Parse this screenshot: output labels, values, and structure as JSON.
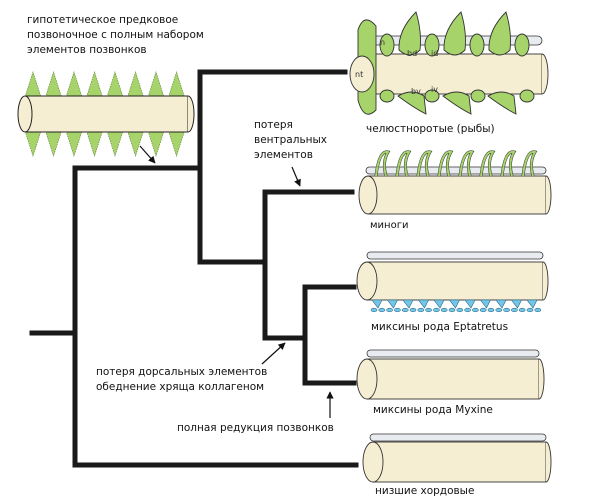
{
  "diagram": {
    "type": "cladogram",
    "colors": {
      "branch": "#1a1a1a",
      "notochord_fill": "#f5eed2",
      "cartilage_green": "#a6d36a",
      "dorsal_rod": "#e8ecf0",
      "eptatretus_blue": "#74c6e6"
    },
    "ancestor": {
      "label_lines": [
        "гипотетическое предковое",
        "позвоночное с полным набором",
        "элементов позвонков"
      ]
    },
    "taxa": [
      {
        "id": "gnathostomes",
        "label": "челюстноротые (рыбы)",
        "parts": {
          "nt": "nt",
          "n": "n",
          "bd": "bd",
          "id": "id",
          "bv": "bv",
          "iv": "iv"
        }
      },
      {
        "id": "lampreys",
        "label": "миноги"
      },
      {
        "id": "eptatretus",
        "label": "миксины рода Eptatretus"
      },
      {
        "id": "myxine",
        "label": "миксины рода Myxine"
      },
      {
        "id": "lower_chordates",
        "label": "низшие хордовые"
      }
    ],
    "annotations": {
      "ventral_loss": [
        "потеря",
        "вентральных",
        "элементов"
      ],
      "dorsal_loss": [
        "потеря дорсальных элементов",
        "обеднение хряща коллагеном"
      ],
      "full_reduction": "полная редукция позвонков"
    }
  }
}
